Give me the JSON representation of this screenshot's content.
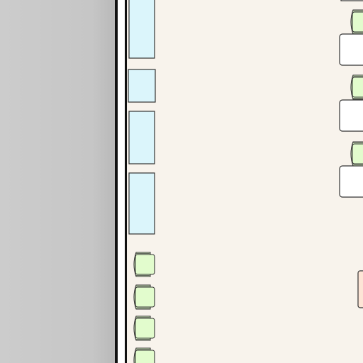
{
  "colors": {
    "outside": "#c9c9c9",
    "floor": "#f8f3ec",
    "wall": "#111111",
    "cabinet_fill": "#dbf5fb",
    "chair_fill": "#e2fccd",
    "desk_fill": "#ffffff",
    "accent_fill": "#fde5d6",
    "outline": "#333333"
  },
  "plan": {
    "cabinets": 4,
    "wall_chairs": 4,
    "workstations": 3,
    "accent_items": 1
  }
}
